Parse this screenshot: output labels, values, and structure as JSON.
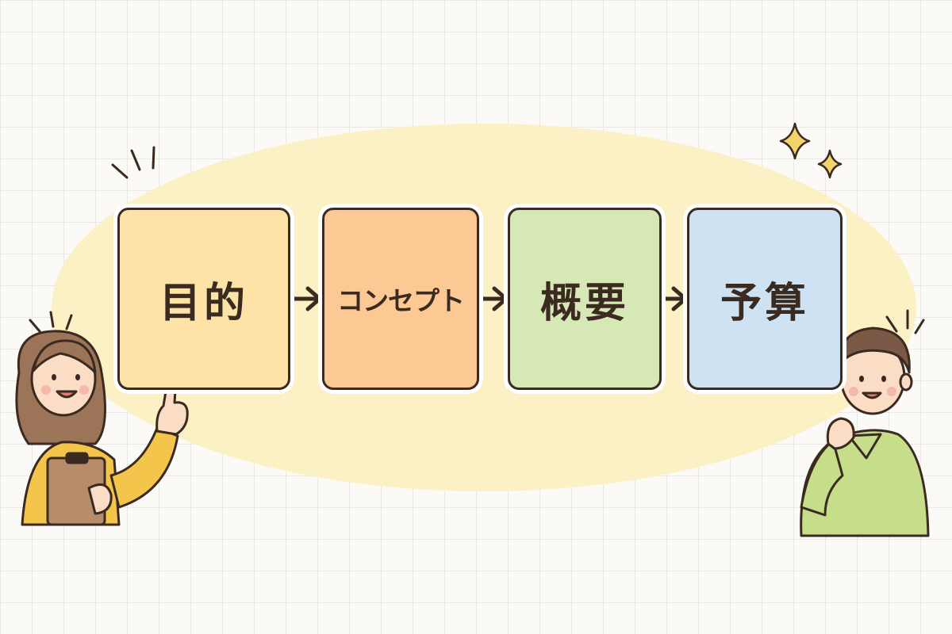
{
  "diagram": {
    "steps": [
      {
        "label": "目的",
        "color": "#fde3a7"
      },
      {
        "label": "コンセプト",
        "color": "#fcc894"
      },
      {
        "label": "概要",
        "color": "#d6e8b6"
      },
      {
        "label": "予算",
        "color": "#cfe2f3"
      }
    ],
    "colors": {
      "outline": "#3a2a20",
      "highlight_blob": "#fbf1c4",
      "background": "#fbfaf7",
      "sparkle": "#f3d36b"
    },
    "icons": [
      "sparkle-icon",
      "arrow-right-icon",
      "clipboard-icon"
    ]
  }
}
